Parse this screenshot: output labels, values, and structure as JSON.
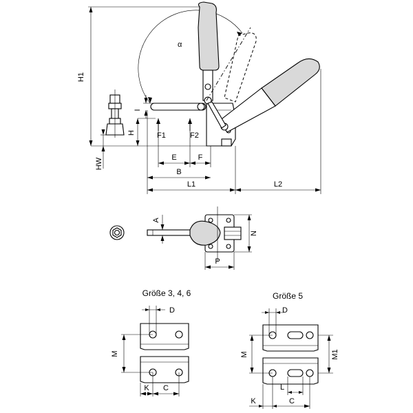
{
  "labels": {
    "h1": "H1",
    "alpha": "α",
    "i": "I",
    "h": "H",
    "hw": "HW",
    "f1": "F1",
    "f2": "F2",
    "e": "E",
    "f": "F",
    "b": "B",
    "l1": "L1",
    "l2": "L2",
    "a": "A",
    "n": "N",
    "p": "P"
  },
  "detail_left": {
    "title": "Größe 3, 4, 6",
    "d": "D",
    "m": "M",
    "k": "K",
    "c": "C"
  },
  "detail_right": {
    "title": "Größe 5",
    "d": "D",
    "m": "M",
    "m1": "M1",
    "k": "K",
    "l": "L",
    "c": "C"
  }
}
